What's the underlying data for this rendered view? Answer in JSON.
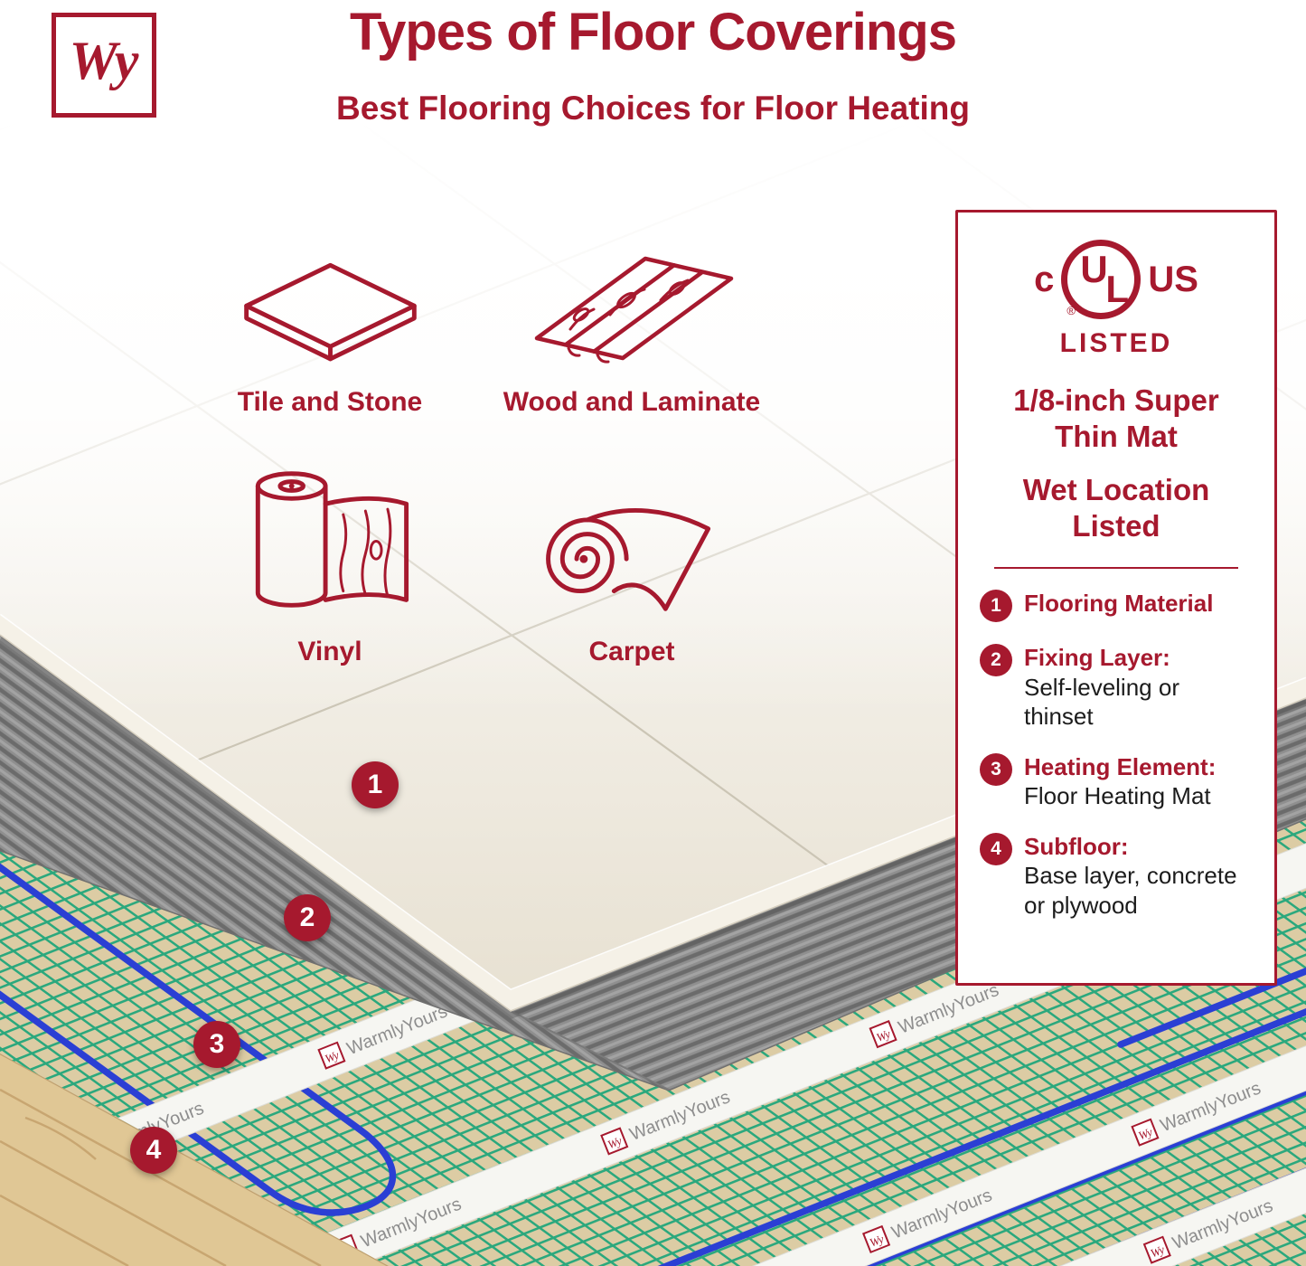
{
  "logo": {
    "monogram": "Wy"
  },
  "header": {
    "title": "Types of Floor Coverings",
    "subtitle": "Best Flooring Choices for Floor Heating"
  },
  "flooring_types": [
    {
      "label": "Tile and Stone"
    },
    {
      "label": "Wood and Laminate"
    },
    {
      "label": "Vinyl"
    },
    {
      "label": "Carpet"
    }
  ],
  "info_panel": {
    "ul_mark": {
      "prefix": "c",
      "letter_u": "U",
      "letter_l": "L",
      "suffix": "US",
      "registered": "®",
      "listed": "LISTED"
    },
    "feature_line1": "1/8-inch Super Thin Mat",
    "feature_line2": "Wet Location Listed",
    "layers": [
      {
        "number": "1",
        "title": "Flooring Material",
        "description": ""
      },
      {
        "number": "2",
        "title": "Fixing Layer:",
        "description": "Self-leveling or thinset"
      },
      {
        "number": "3",
        "title": "Heating Element:",
        "description": "Floor Heating Mat"
      },
      {
        "number": "4",
        "title": "Subfloor:",
        "description": "Base layer, concrete or plywood"
      }
    ]
  },
  "diagram": {
    "tape_label": "WarmlyYours",
    "markers": [
      {
        "number": "1"
      },
      {
        "number": "2"
      },
      {
        "number": "3"
      },
      {
        "number": "4"
      }
    ],
    "colors": {
      "accent_red": "#A6192E",
      "tile_cream": "#E6DFCF",
      "thinset_gray": "#8F8F8F",
      "mesh_green": "#2BA87D",
      "wire_blue": "#2B3FD4",
      "wood_tan": "#E0C795"
    }
  }
}
